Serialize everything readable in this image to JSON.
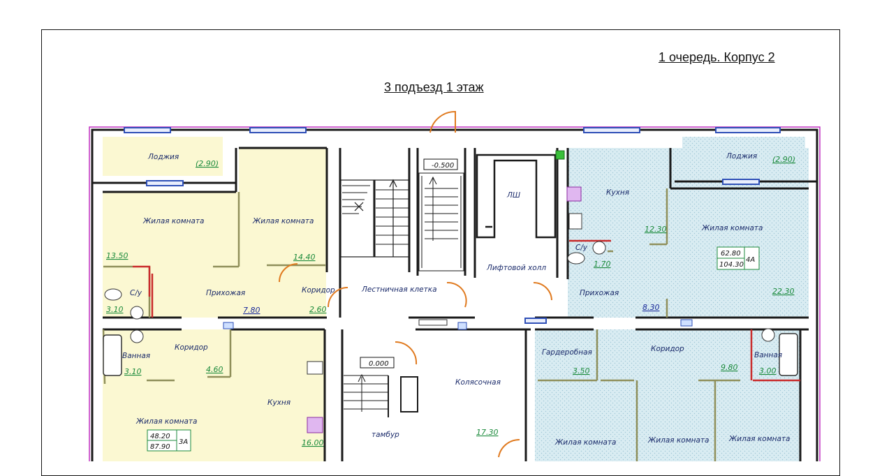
{
  "header": {
    "queue": "1 очередь. Корпус 2",
    "section": "3 подъезд   1 этаж"
  },
  "apartment_3a": {
    "loggia": {
      "label": "Лоджия",
      "area": "(2.90)"
    },
    "room1": {
      "label": "Жилая комната",
      "area": "13.50"
    },
    "room2": {
      "label": "Жилая комната",
      "area": "14.40"
    },
    "wc": {
      "label": "С/у",
      "area": "3.10"
    },
    "hall": {
      "label": "Прихожая",
      "area": "7.80"
    },
    "corridor_small": {
      "label": "Коридор",
      "area": "2.60"
    },
    "bath": {
      "label": "Ванная",
      "area": "3.10"
    },
    "corridor": {
      "label": "Коридор",
      "area": "4.60"
    },
    "kitchen": {
      "label": "Кухня",
      "area": "16.00"
    },
    "room3": {
      "label": "Жилая комната"
    },
    "totals": {
      "living": "48.20",
      "total": "87.90",
      "name": "3А"
    }
  },
  "common": {
    "stair_label": "Лестничная клетка",
    "elevator_shaft": "ЛШ",
    "elevator_hall": "Лифтовой холл",
    "level_top": "-0.500",
    "level_bottom": "0.000",
    "stroller_room": {
      "label": "Колясочная",
      "area": "17.30"
    },
    "vestibule": "тамбур"
  },
  "apartment_4a": {
    "loggia": {
      "label": "Лоджия",
      "area": "(2.90)"
    },
    "kitchen": {
      "label": "Кухня",
      "area": "12.30"
    },
    "living_big": {
      "label": "Жилая комната",
      "area": "22.30"
    },
    "wc": {
      "label": "С/у",
      "area": "1.70"
    },
    "hall": {
      "label": "Прихожая",
      "area": "8.30"
    },
    "wardrobe": {
      "label": "Гардеробная",
      "area": "3.50"
    },
    "corridor": {
      "label": "Коридор",
      "area": "9.80"
    },
    "bath": {
      "label": "Ванная",
      "area": "3.00"
    },
    "room_a": {
      "label": "Жилая комната"
    },
    "room_b": {
      "label": "Жилая комната"
    },
    "room_c": {
      "label": "Жилая комната"
    },
    "totals": {
      "living": "62.80",
      "total": "104.30",
      "name": "4А"
    }
  },
  "colors": {
    "apt_3a_fill": "#fbf8d2",
    "apt_4a_fill": "#d9ecf2",
    "wall": "#1a1a1a",
    "partition": "#8f8f5a",
    "area_text": "#1b8a3b",
    "door": "#e07a1f",
    "window": "#2e4fb7"
  }
}
